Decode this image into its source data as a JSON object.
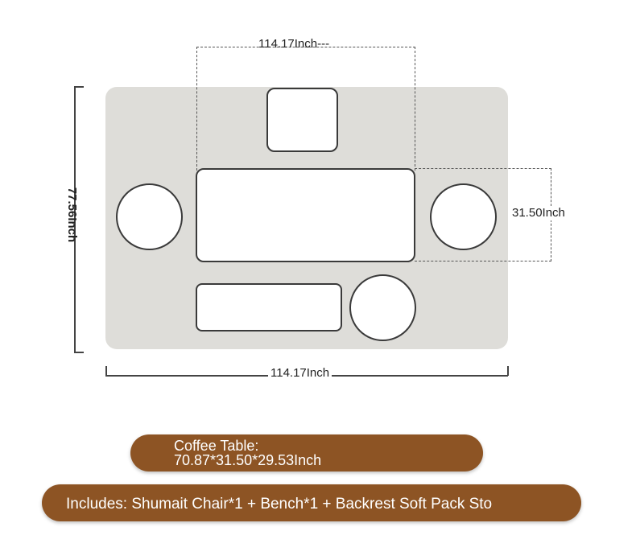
{
  "dimensions": {
    "top_width": "114.17Inch---",
    "right_depth": "31.50Inch",
    "bottom_width": "114.17Inch",
    "left_height": "77.56Inch"
  },
  "coffee_table": {
    "line1": "Coffee Table:",
    "line2": "70.87*31.50*29.53Inch"
  },
  "includes": {
    "text": "Includes: Shumait Chair*1 + Bench*1 + Backrest Soft Pack Sto"
  },
  "colors": {
    "floor": "#deddd9",
    "pill": "#8d5424",
    "outline": "#3a3a3a"
  }
}
